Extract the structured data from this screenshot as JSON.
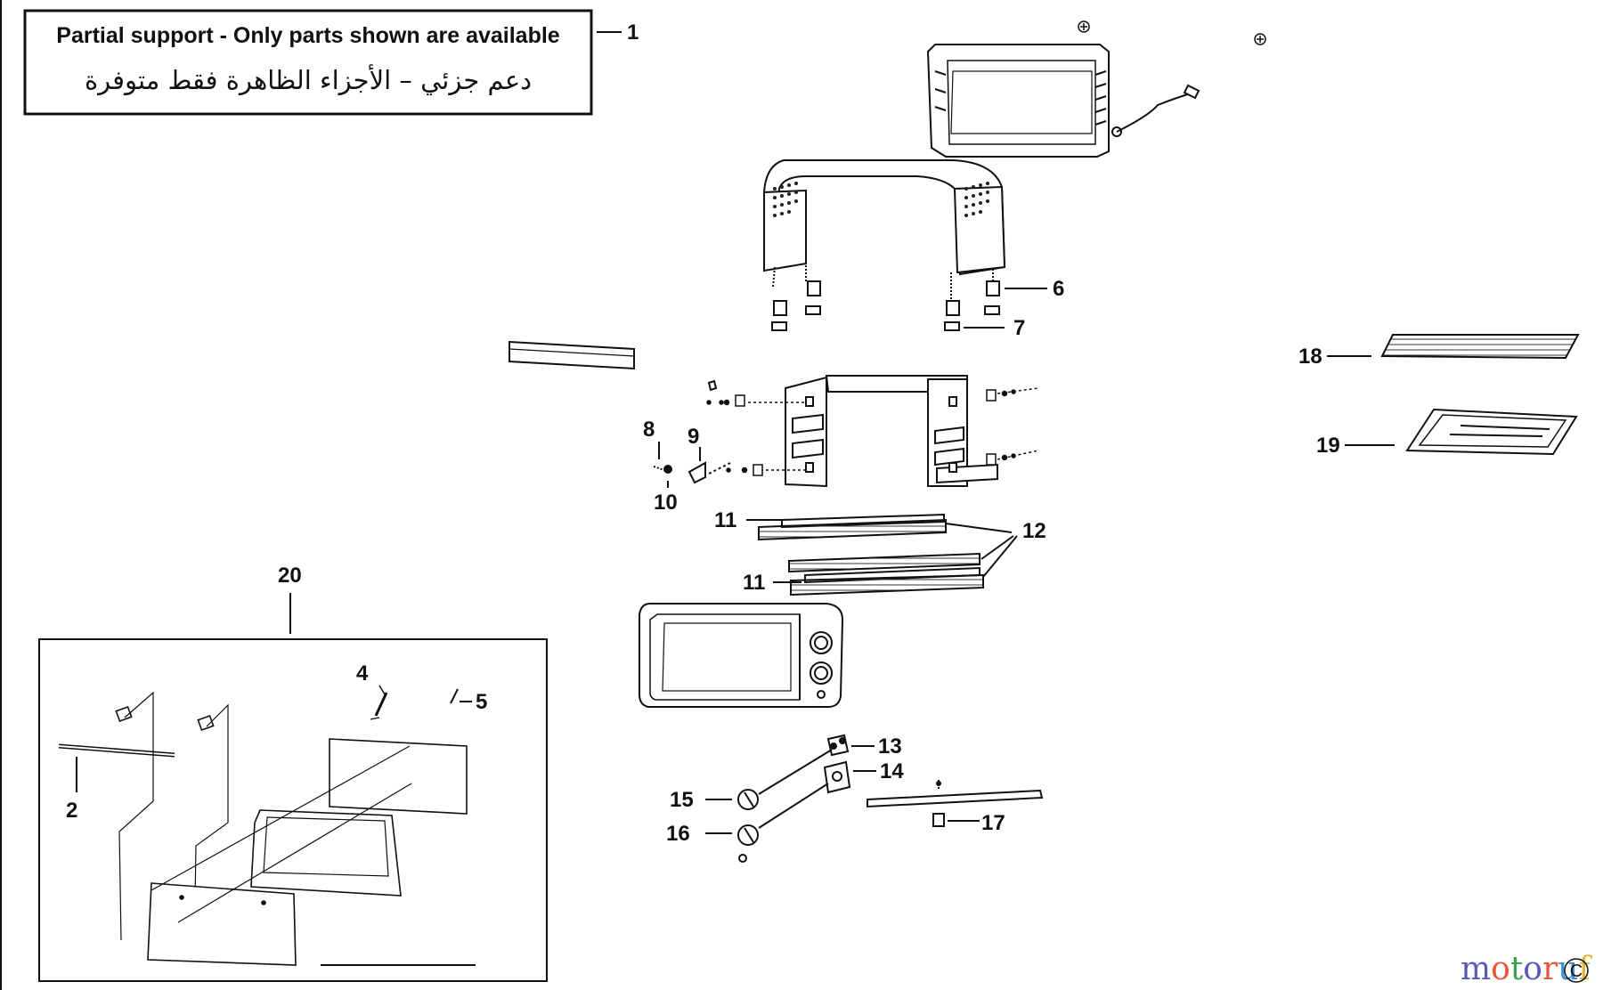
{
  "notice": {
    "english": "Partial support - Only parts shown are available",
    "arabic": "دعم جزئي – الأجزاء الظاهرة فقط متوفرة"
  },
  "callouts": {
    "c1": "1",
    "c2": "2",
    "c4": "4",
    "c5": "5",
    "c6": "6",
    "c7": "7",
    "c8": "8",
    "c9": "9",
    "c10": "10",
    "c11a": "11",
    "c11b": "11",
    "c12": "12",
    "c13": "13",
    "c14": "14",
    "c15": "15",
    "c16": "16",
    "c17": "17",
    "c18": "18",
    "c19": "19",
    "c20": "20"
  },
  "watermark": {
    "letters": [
      "m",
      "o",
      "t",
      "o",
      "r",
      "u",
      "f"
    ],
    "colors": [
      "#5b5bb5",
      "#e0593a",
      "#3aa04a",
      "#5b5bb5",
      "#e0593a",
      "#3a8fd0",
      "#e0b83a"
    ],
    "corner": "C"
  }
}
